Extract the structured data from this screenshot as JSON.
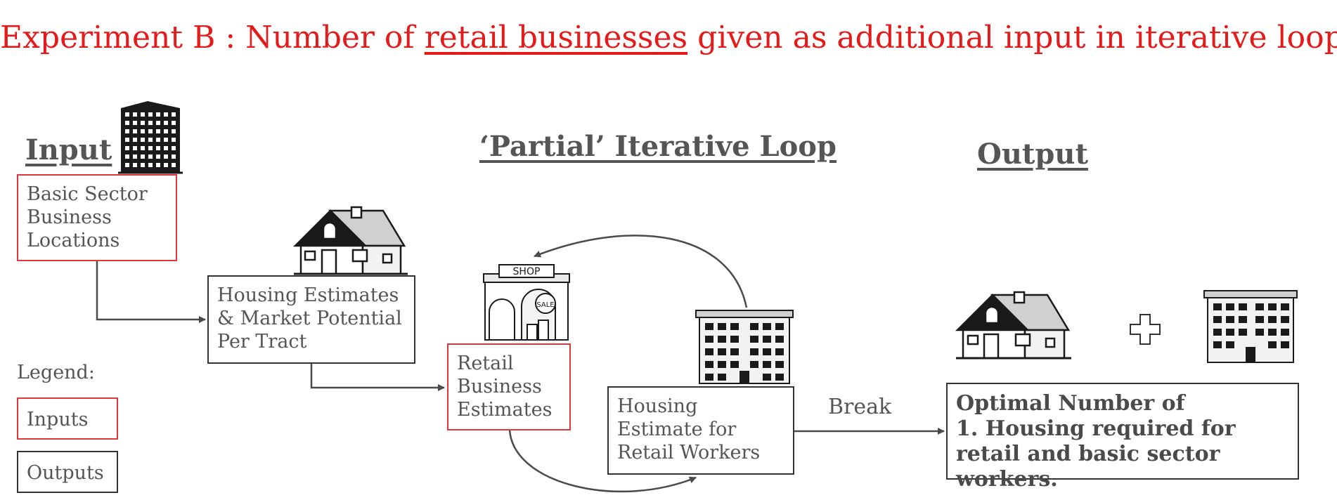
{
  "title": {
    "before": "Experiment B : Number of ",
    "underlined": "retail businesses",
    "after": " given as additional input in iterative loop"
  },
  "headings": {
    "input": "Input",
    "loop": "‘Partial’ Iterative Loop",
    "output": "Output"
  },
  "boxes": {
    "basic_sector": "Basic Sector Business Locations",
    "housing_market": "Housing Estimates & Market Potential Per Tract",
    "retail_business": "Retail Business Estimates",
    "housing_retail_workers": "Housing Estimate for Retail Workers",
    "optimal": {
      "line1": "Optimal Number of",
      "line2": "1. Housing required for retail and basic sector workers."
    }
  },
  "edge_labels": {
    "break": "Break"
  },
  "legend": {
    "title": "Legend:",
    "inputs": "Inputs",
    "outputs": "Outputs"
  },
  "illustrations": {
    "shop_sign": "SHOP",
    "sale_sign": "SALE"
  },
  "colors": {
    "title_red": "#e31b1b",
    "input_border": "#e3363a",
    "output_border": "#333333",
    "text_gray": "#555555"
  }
}
